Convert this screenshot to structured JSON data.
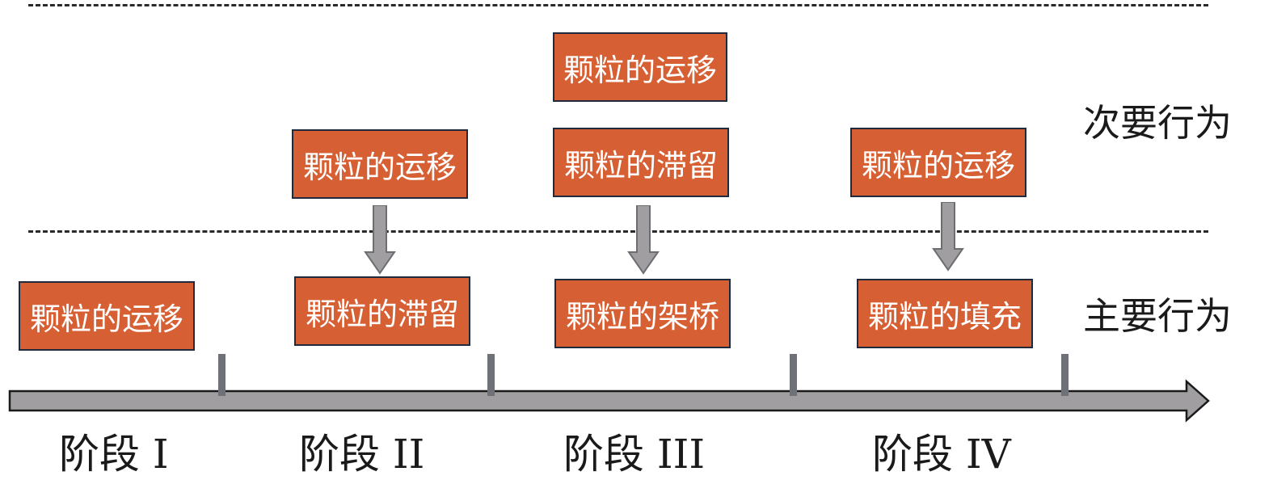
{
  "row_labels": {
    "secondary": "次要行为",
    "primary": "主要行为"
  },
  "stages": [
    {
      "label": "阶段 I",
      "primary": "颗粒的运移",
      "secondary": []
    },
    {
      "label": "阶段 II",
      "primary": "颗粒的滞留",
      "secondary": [
        "颗粒的运移"
      ]
    },
    {
      "label": "阶段 III",
      "primary": "颗粒的架桥",
      "secondary": [
        "颗粒的运移",
        "颗粒的滞留"
      ]
    },
    {
      "label": "阶段 IV",
      "primary": "颗粒的填充",
      "secondary": [
        "颗粒的运移"
      ]
    }
  ],
  "colors": {
    "box_fill": "#d65f33",
    "box_border": "#1f2a3d",
    "arrow_fill": "#a09ea1",
    "tick": "#6e7278"
  }
}
